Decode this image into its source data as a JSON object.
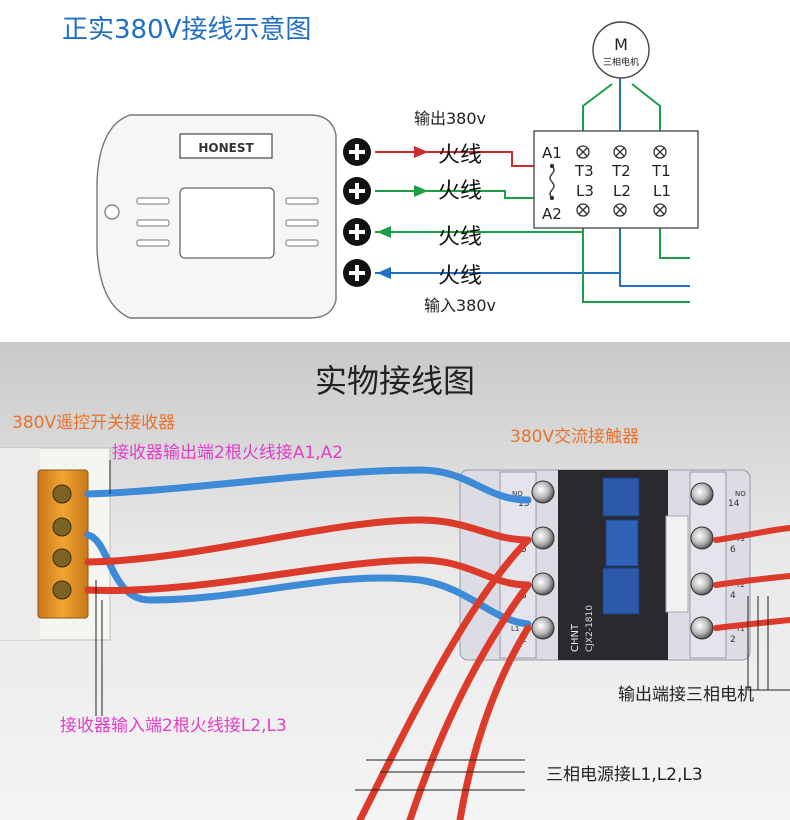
{
  "schematic": {
    "title": "正实380V接线示意图",
    "brand": "HONEST",
    "motor_symbol": "M",
    "motor_label": "三相电机",
    "output_label": "输出380v",
    "input_label": "输入380v",
    "wire_labels": [
      "火线",
      "火线",
      "火线",
      "火线"
    ],
    "coil_terminals": [
      "A1",
      "A2"
    ],
    "top_terminals": [
      "T3",
      "T2",
      "T1"
    ],
    "bottom_terminals": [
      "L3",
      "L2",
      "L1"
    ],
    "colors": {
      "red": "#d02b2b",
      "green": "#1e9e46",
      "blue": "#1f6fc4",
      "title": "#1f6fc4"
    }
  },
  "photo": {
    "title": "实物接线图",
    "receiver_label": "380V遥控开关接收器",
    "output_note": "接收器输出端2根火线接A1,A2",
    "input_note": "接收器输入端2根火线接L2,L3",
    "contactor_label": "380V交流接触器",
    "motor_note": "输出端接三相电机",
    "power_note": "三相电源接L1,L2,L3",
    "contactor_brand": "CHNT",
    "contactor_model": "CJX2-1810",
    "terminal_numbers_left": [
      "13",
      "5",
      "3",
      "1"
    ],
    "terminal_numbers_right": [
      "14",
      "6",
      "4",
      "2"
    ],
    "terminal_codes_left": [
      "NO",
      "L3",
      "L2",
      "L1"
    ],
    "terminal_codes_right": [
      "NO",
      "T3",
      "T2",
      "T1"
    ],
    "colors": {
      "orange": "#e8732c",
      "magenta": "#e040c8",
      "red_wire": "#dc3a2a",
      "blue_wire": "#3d8ad6"
    }
  }
}
